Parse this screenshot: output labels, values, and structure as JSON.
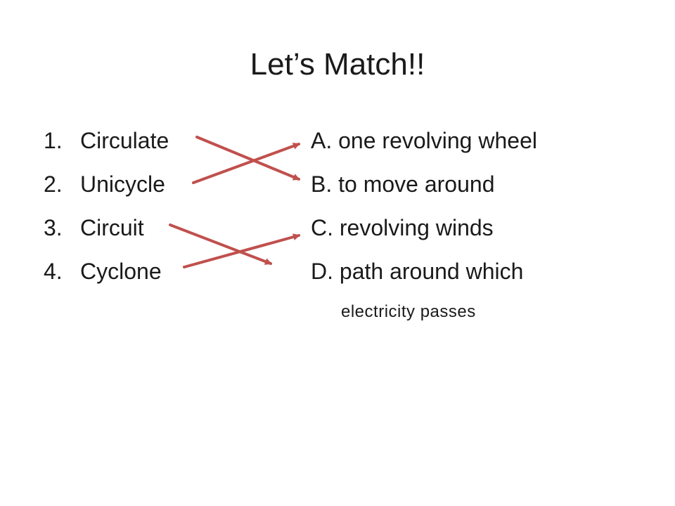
{
  "title": "Let’s Match!!",
  "terms": [
    {
      "num": "1.",
      "word": "Circulate"
    },
    {
      "num": "2.",
      "word": "Unicycle"
    },
    {
      "num": "3.",
      "word": "Circuit"
    },
    {
      "num": "4.",
      "word": "Cyclone"
    }
  ],
  "definitions": [
    {
      "text": "A. one revolving wheel"
    },
    {
      "text": "B. to move around"
    },
    {
      "text": "C. revolving winds"
    },
    {
      "text": "D. path around which"
    }
  ],
  "definition_continuation": "electricity passes",
  "arrow_color": "#c0504d",
  "matches": [
    {
      "term": "Circulate",
      "definition": "B"
    },
    {
      "term": "Unicycle",
      "definition": "A"
    },
    {
      "term": "Circuit",
      "definition": "D"
    },
    {
      "term": "Cyclone",
      "definition": "C"
    }
  ]
}
